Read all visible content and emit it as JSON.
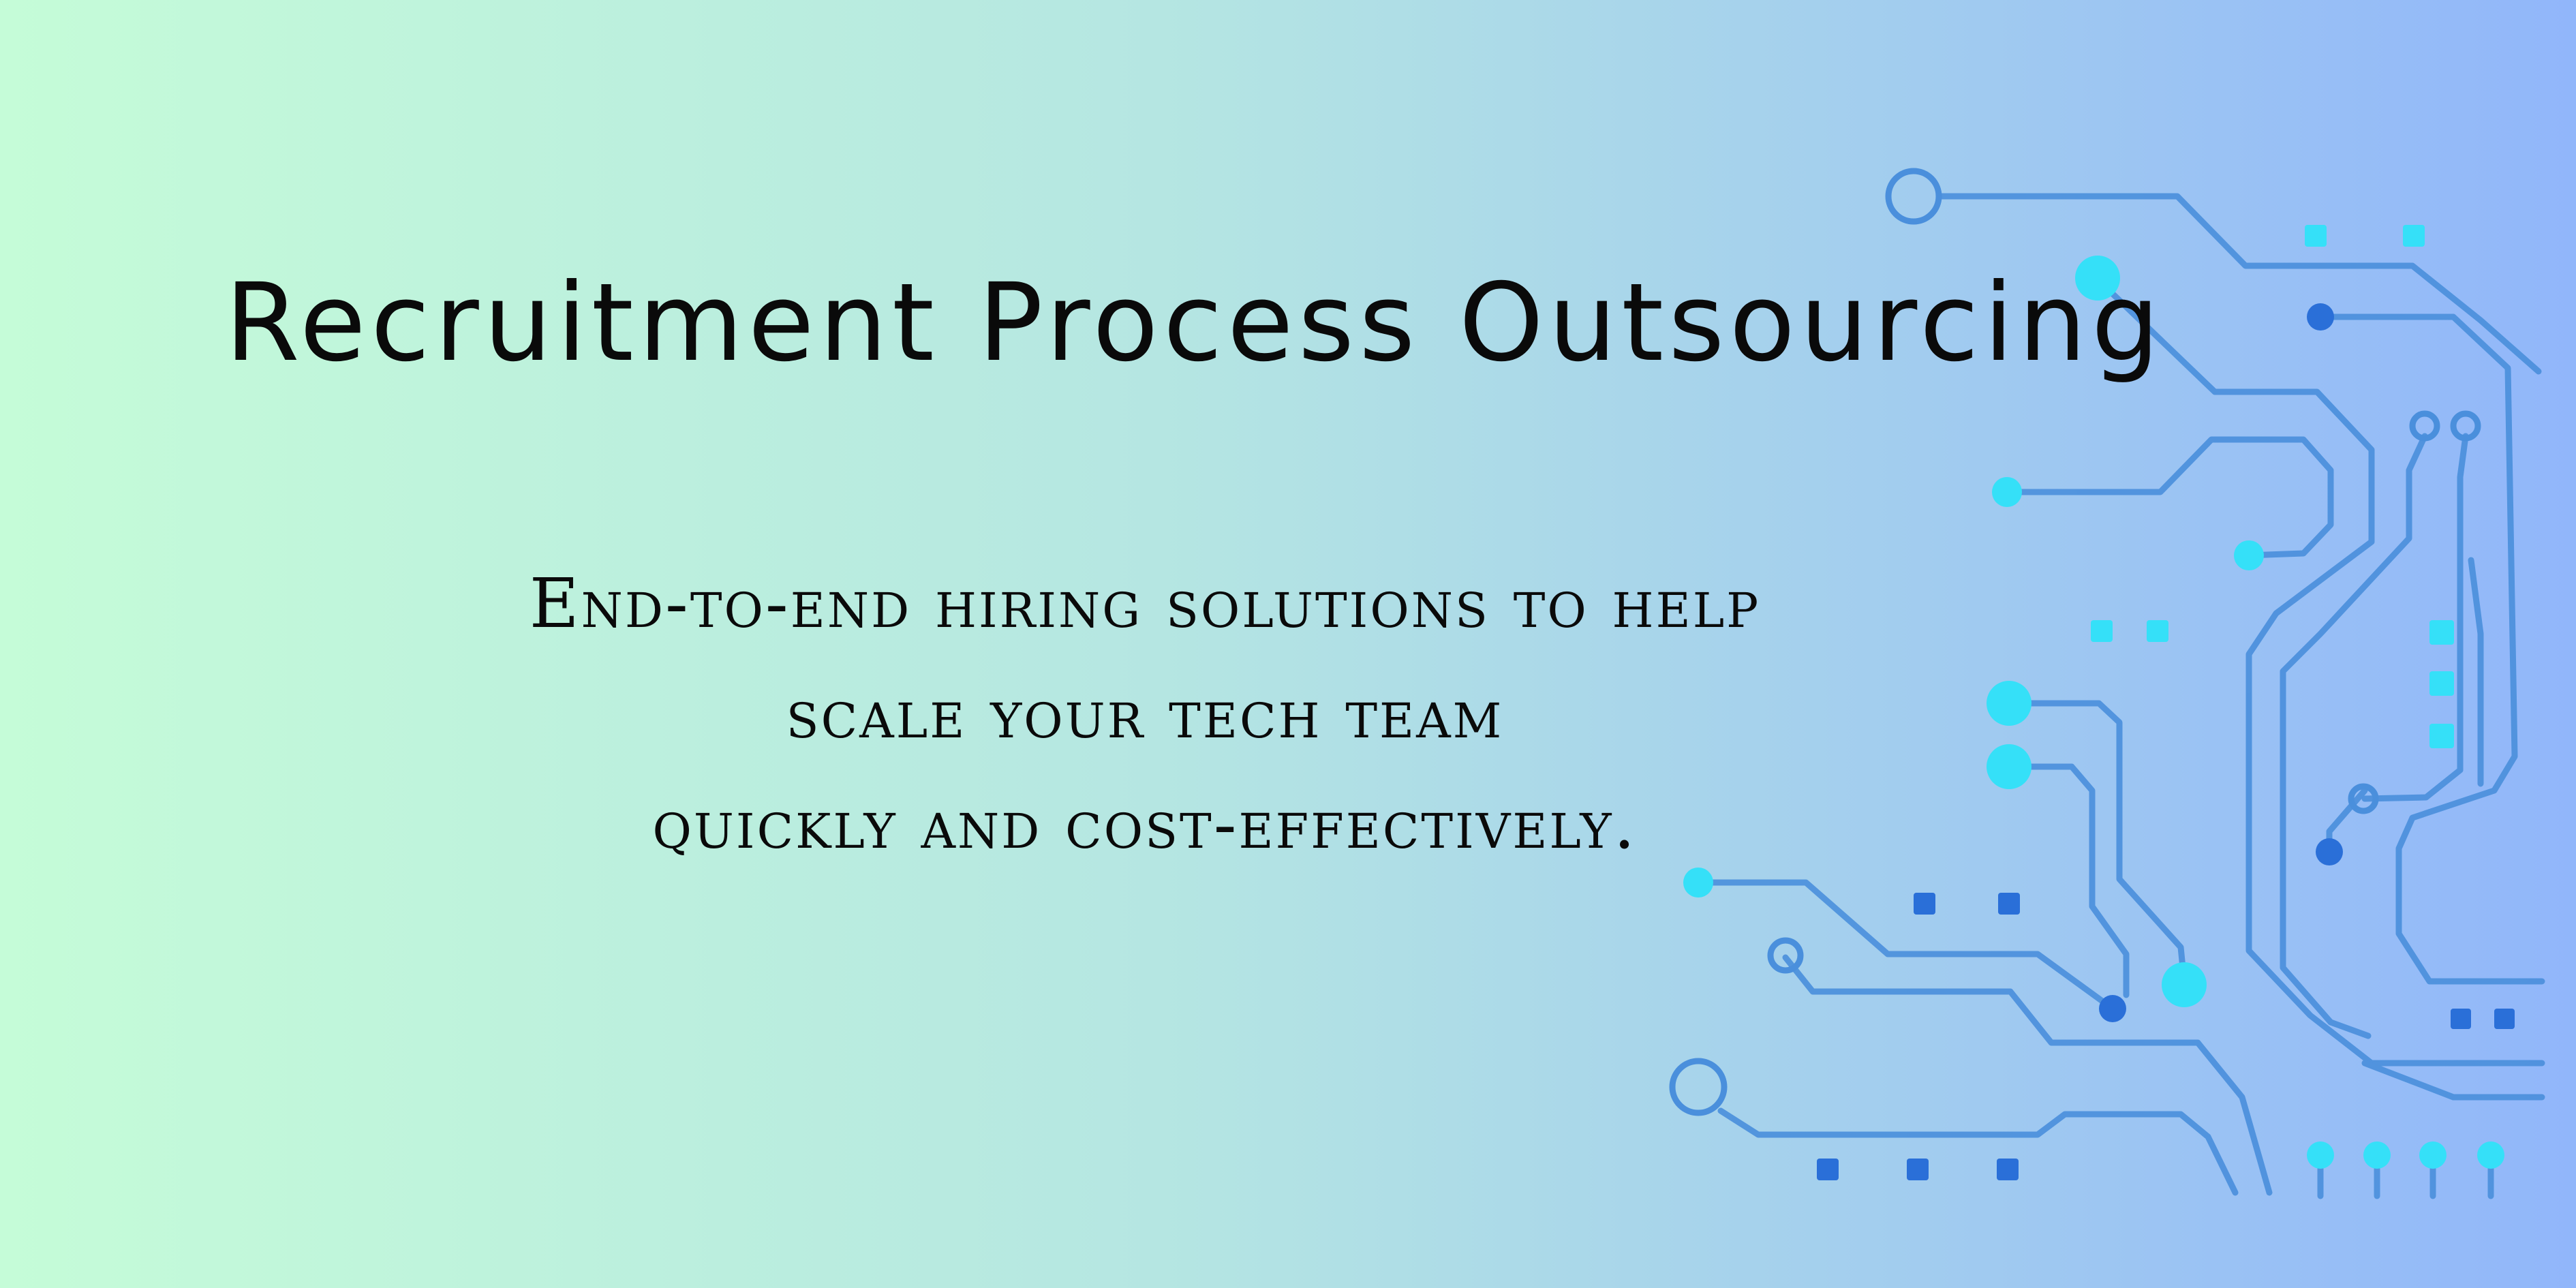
{
  "banner": {
    "headline": "Recruitment Process Outsourcing",
    "tagline_lines": [
      "End-to-end hiring solutions to help",
      "scale your tech team",
      "quickly and cost-effectively."
    ],
    "decoration_icon": "circuit-board-icon"
  },
  "colors": {
    "gradient_start": "#c5fcd8",
    "gradient_mid": "#b5e6e2",
    "gradient_end": "#91b6fa",
    "text": "#0a0a0a",
    "trace": "#4a8fdc",
    "node_bright": "#35e0f8",
    "node_dark": "#2a6fd8"
  }
}
